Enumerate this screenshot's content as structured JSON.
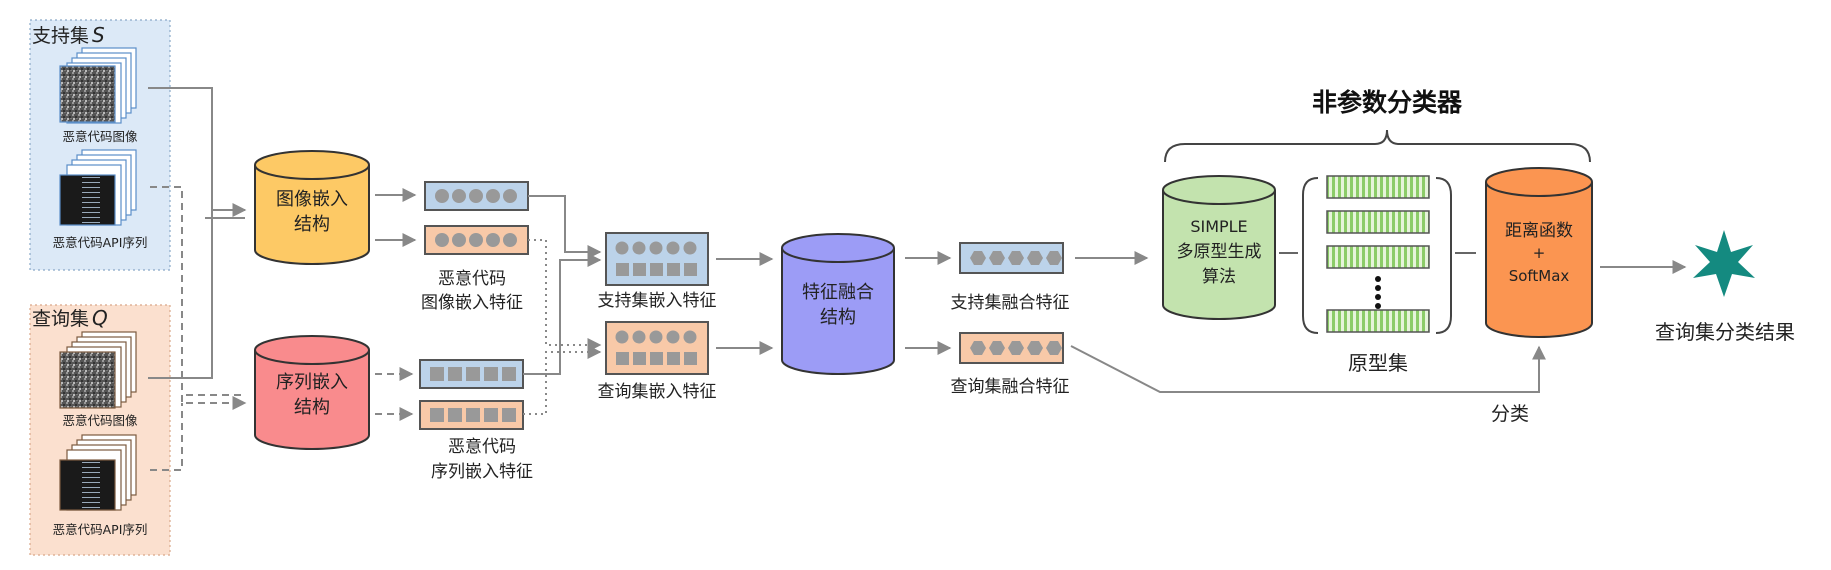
{
  "colors": {
    "support_panel": "#dce9f7",
    "query_panel": "#fbe0cf",
    "image_embed": "#fdc965",
    "seq_embed": "#f98b8d",
    "fusion": "#9c9cf6",
    "simple": "#c3e3ae",
    "distance": "#fb9551",
    "feat_blue": "#bcd3ea",
    "feat_orange": "#f8c9a8",
    "star": "#148a80",
    "prototype": "#8ccc68"
  },
  "support_set": {
    "title": "支持集",
    "symbol": "S",
    "image_caption": "恶意代码图像",
    "api_caption": "恶意代码API序列"
  },
  "query_set": {
    "title": "查询集",
    "symbol": "Q",
    "image_caption": "恶意代码图像",
    "api_caption": "恶意代码API序列"
  },
  "image_embed": {
    "line1": "图像嵌入",
    "line2": "结构"
  },
  "seq_embed": {
    "line1": "序列嵌入",
    "line2": "结构"
  },
  "image_feature_caption": {
    "line1": "恶意代码",
    "line2": "图像嵌入特征"
  },
  "seq_feature_caption": {
    "line1": "恶意代码",
    "line2": "序列嵌入特征"
  },
  "support_embed_caption": "支持集嵌入特征",
  "query_embed_caption": "查询集嵌入特征",
  "fusion": {
    "line1": "特征融合",
    "line2": "结构"
  },
  "support_fused_caption": "支持集融合特征",
  "query_fused_caption": "查询集融合特征",
  "classifier_title": "非参数分类器",
  "simple": {
    "line1": "SIMPLE",
    "line2": "多原型生成",
    "line3": "算法"
  },
  "prototype_caption": "原型集",
  "distance": {
    "line1": "距离函数",
    "line2": "+",
    "line3": "SoftMax"
  },
  "classify_caption": "分类",
  "result_caption": "查询集分类结果"
}
